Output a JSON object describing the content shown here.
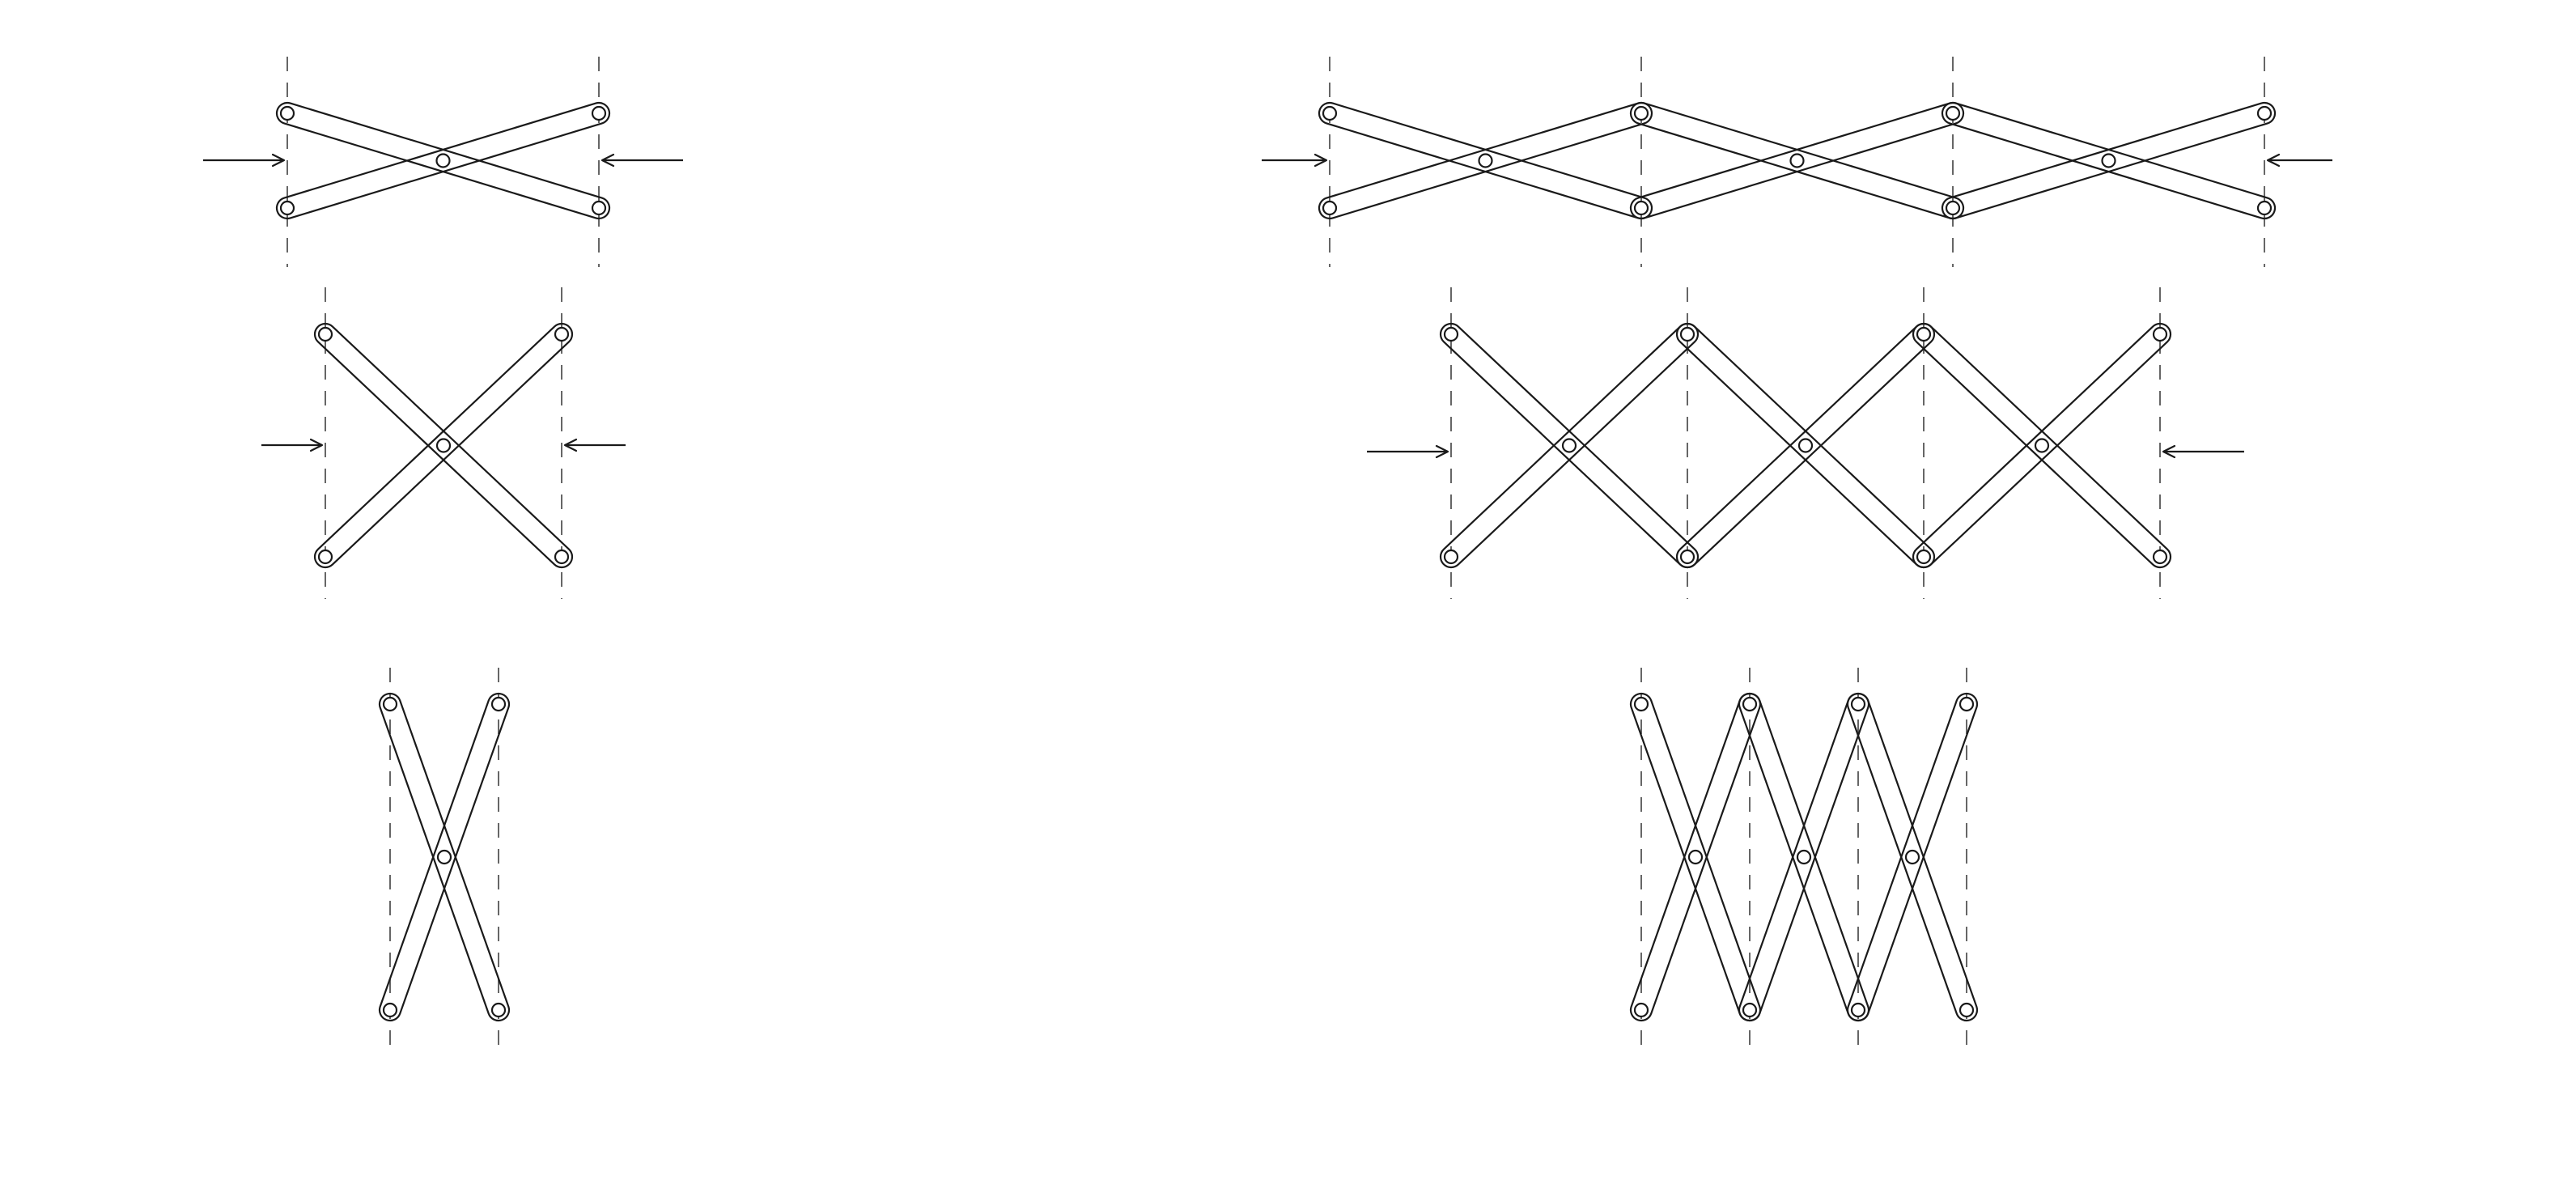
{
  "figure": {
    "description_none": "",
    "colors": {
      "ink": "#1a1a1a",
      "guide": "#555555",
      "background": "#ffffff"
    },
    "states": [
      "extended",
      "square",
      "compressed"
    ],
    "panels": [
      {
        "name": "single-scissor-extended",
        "cells": 1,
        "state": "extended",
        "arrows": true
      },
      {
        "name": "triple-scissor-extended",
        "cells": 3,
        "state": "extended",
        "arrows": true
      },
      {
        "name": "single-scissor-square",
        "cells": 1,
        "state": "square",
        "arrows": true
      },
      {
        "name": "triple-scissor-square",
        "cells": 3,
        "state": "square",
        "arrows": true
      },
      {
        "name": "single-scissor-compressed",
        "cells": 1,
        "state": "compressed",
        "arrows": false
      },
      {
        "name": "triple-scissor-compressed",
        "cells": 3,
        "state": "compressed",
        "arrows": false
      }
    ]
  }
}
